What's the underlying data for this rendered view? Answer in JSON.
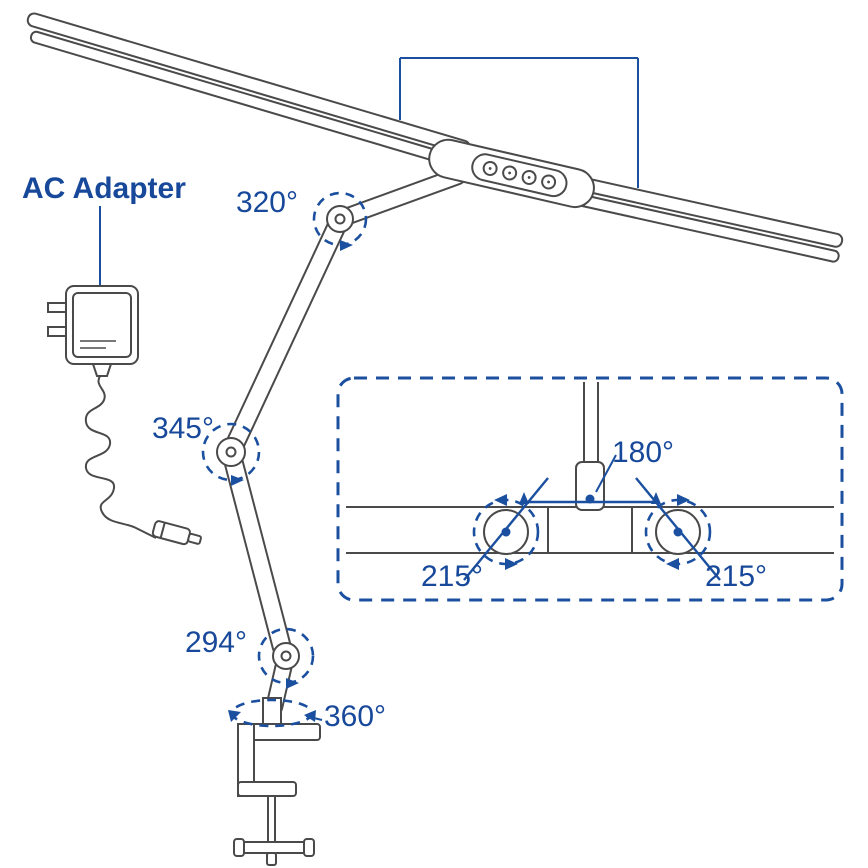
{
  "diagram": {
    "title": "LED desk lamp articulation diagram",
    "labels": {
      "ac_adapter": "AC Adapter",
      "rotation_320": "320°",
      "rotation_345": "345°",
      "rotation_294": "294°",
      "rotation_360": "360°",
      "tilt_180": "180°",
      "rotation_215_left": "215°",
      "rotation_215_right": "215°"
    },
    "colors": {
      "annotation_blue": "#1b4f9f",
      "line_art_gray": "#4a4a4a",
      "background": "#ffffff"
    }
  }
}
